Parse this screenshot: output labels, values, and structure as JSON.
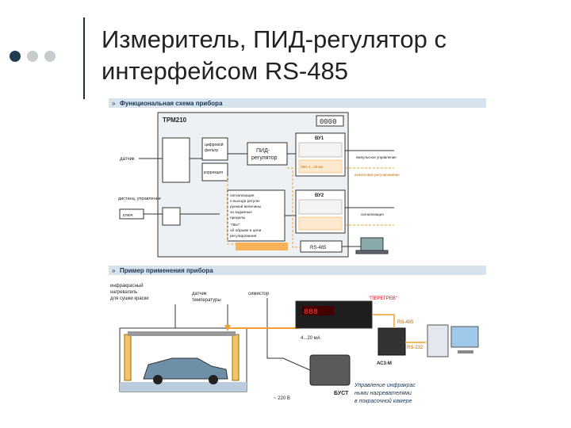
{
  "slide": {
    "title_line1": "Измеритель, ПИД-регулятор с",
    "title_line2": "интерфейсом RS-485"
  },
  "figure": {
    "section1": {
      "header": "Функциональная схема прибора",
      "device": "ТРМ210",
      "display": "0000",
      "sensor": "датчик",
      "remote": "дистанц. управление",
      "switch": "ключ",
      "pid": [
        "ПИД-",
        "регулятор"
      ],
      "digital_filter": [
        "цифровой",
        "фильтр"
      ],
      "correction": "коррекция",
      "signaling": [
        "сигнализация",
        "о выходе регули-",
        "руемой величины",
        "за заданные",
        "пределы",
        "\"ЛБА\"",
        "об обрыве в цепи",
        "регулирования"
      ],
      "vu1": "ВУ1",
      "vu2": "ВУ2",
      "rs485": "RS-485",
      "out_pulse": "импульсное управление",
      "out_analog": "аналоговое регулирование",
      "out_signal": "сигнализация",
      "lba": "ЛБА 4...20 мА"
    },
    "section2": {
      "header": "Пример применения прибора",
      "ir_heater": [
        "инфракрасный",
        "нагреватель",
        "для сушки краски"
      ],
      "temp_sensor": [
        "датчик",
        "температуры"
      ],
      "thyristor": "симистор",
      "overheat": "\"ПЕРЕГРЕВ\"",
      "rs485": "RS-485",
      "rs232": "RS-232",
      "current": "4...20 мА",
      "converter": "АС3-М",
      "bust": "БУСТ",
      "mains": "~ 220 В",
      "caption": [
        "Управление инфракрас",
        "ными нагревателями",
        "в покрасочной камере"
      ]
    }
  },
  "colors": {
    "accent": "#5f7f8f",
    "orange": "#f0a030",
    "header_band": "#d7e3ec",
    "dark_dot": "#1f3d4f",
    "light_dot": "#c7cccf"
  }
}
